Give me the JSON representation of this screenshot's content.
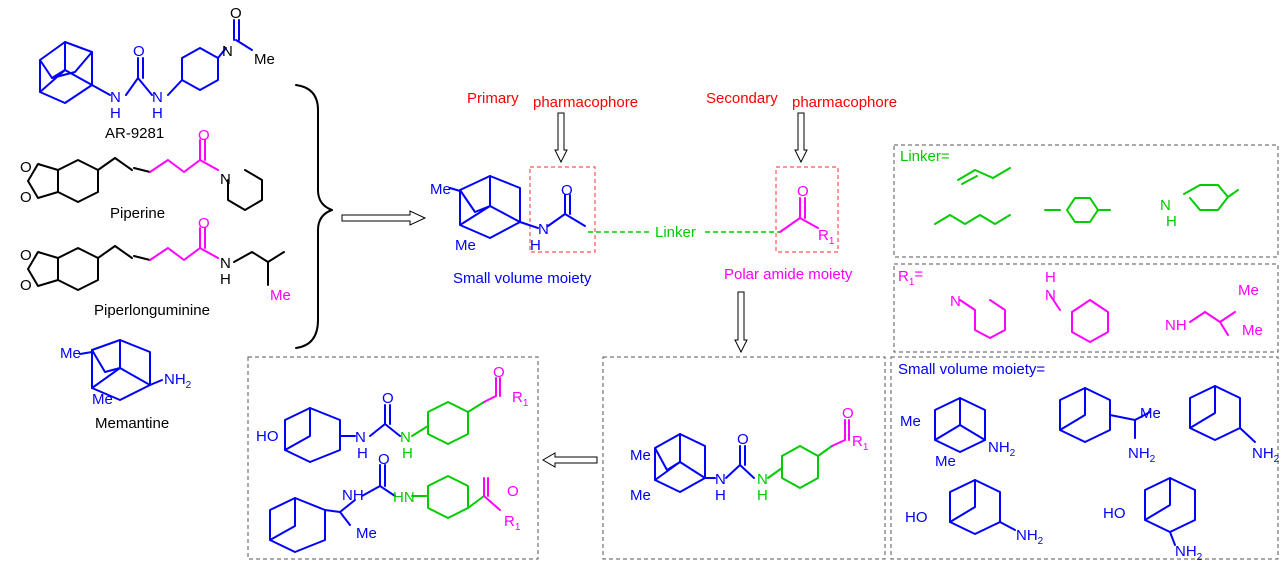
{
  "colors": {
    "adamantane": "#0000ff",
    "amide": "#ff00ff",
    "linker": "#00cc00",
    "title": "#ff0000",
    "text": "#000000",
    "box": "#555555",
    "pharmacophore_box": "#ff5555"
  },
  "left": {
    "compounds": [
      {
        "name": "AR-9281",
        "atoms": [
          "N",
          "H",
          "O",
          "N",
          "H",
          "N",
          "O",
          "Me"
        ]
      },
      {
        "name": "Piperine",
        "atoms": [
          "O",
          "O",
          "O",
          "N"
        ]
      },
      {
        "name": "Piperlonguminine",
        "atoms": [
          "O",
          "O",
          "O",
          "N",
          "H",
          "Me"
        ]
      },
      {
        "name": "Memantine",
        "atoms": [
          "Me",
          "Me",
          "NH",
          "2"
        ]
      }
    ]
  },
  "center": {
    "primary": {
      "word1": "Primary",
      "word2": "pharmacophore"
    },
    "secondary": {
      "word1": "Secondary",
      "word2": "pharmacophore"
    },
    "linker_label": "Linker",
    "small_volume_label": "Small volume moiety",
    "polar_amide_label": "Polar amide moiety",
    "template_atoms": {
      "me_top": "Me",
      "me_bottom": "Me",
      "n": "N",
      "h": "H",
      "o1": "O",
      "o2": "O",
      "r": "R",
      "r_sub": "1"
    }
  },
  "right": {
    "linker_title": "Linker=",
    "r1_title": {
      "main": "R",
      "sub": "1",
      "eq": "="
    },
    "r1_atoms": {
      "n1": "N",
      "h": "H",
      "n2": "N",
      "nh": "NH",
      "me1": "Me",
      "me2": "Me"
    },
    "linker_atoms": {
      "n": "N",
      "h": "H"
    },
    "small_volume_title": "Small volume moiety=",
    "moiety_atoms": {
      "me1": "Me",
      "me2": "Me",
      "nh2_1": "NH",
      "me3": "Me",
      "nh2_2": "NH",
      "nh2_3": "NH",
      "ho1": "HO",
      "nh2_4": "NH",
      "ho2": "HO",
      "nh2_5": "NH",
      "sub2": "2"
    }
  },
  "bottom_middle": {
    "atoms": {
      "me1": "Me",
      "me2": "Me",
      "n1": "N",
      "h1": "H",
      "o": "O",
      "n2": "N",
      "h2": "H",
      "o2": "O",
      "r": "R",
      "r_sub": "1"
    }
  },
  "bottom_left": {
    "atoms": {
      "ho": "HO",
      "n1": "N",
      "h1": "H",
      "o1": "O",
      "n2": "N",
      "h2": "H",
      "o2": "O",
      "r1": "R",
      "r1_sub": "1",
      "nh": "NH",
      "o3": "O",
      "hn": "HN",
      "me": "Me",
      "o4": "O",
      "r2": "R",
      "r2_sub": "1"
    }
  }
}
